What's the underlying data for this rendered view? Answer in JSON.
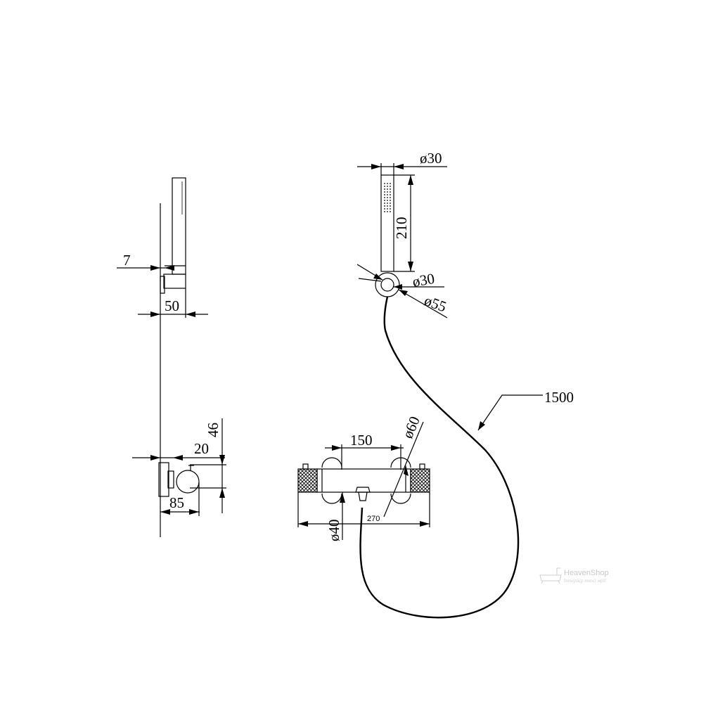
{
  "dimensions": {
    "side_hand_shower_offset": "7",
    "side_bracket_depth": "50",
    "side_valve_height": "46",
    "side_valve_projection": "20",
    "side_valve_depth": "85",
    "front_hand_shower_diameter": "ø30",
    "front_hand_shower_length": "210",
    "front_outlet_diameter": "ø30",
    "front_wall_plate_diameter": "ø55",
    "front_hose_length": "1500",
    "front_valve_centers": "150",
    "front_valve_end_diameter": "ø60",
    "front_valve_body_diameter": "ø40",
    "front_valve_length": "270"
  },
  "watermark": {
    "brand": "HeavenShop",
    "tagline": "Інтерйєр твоєї мрії"
  }
}
